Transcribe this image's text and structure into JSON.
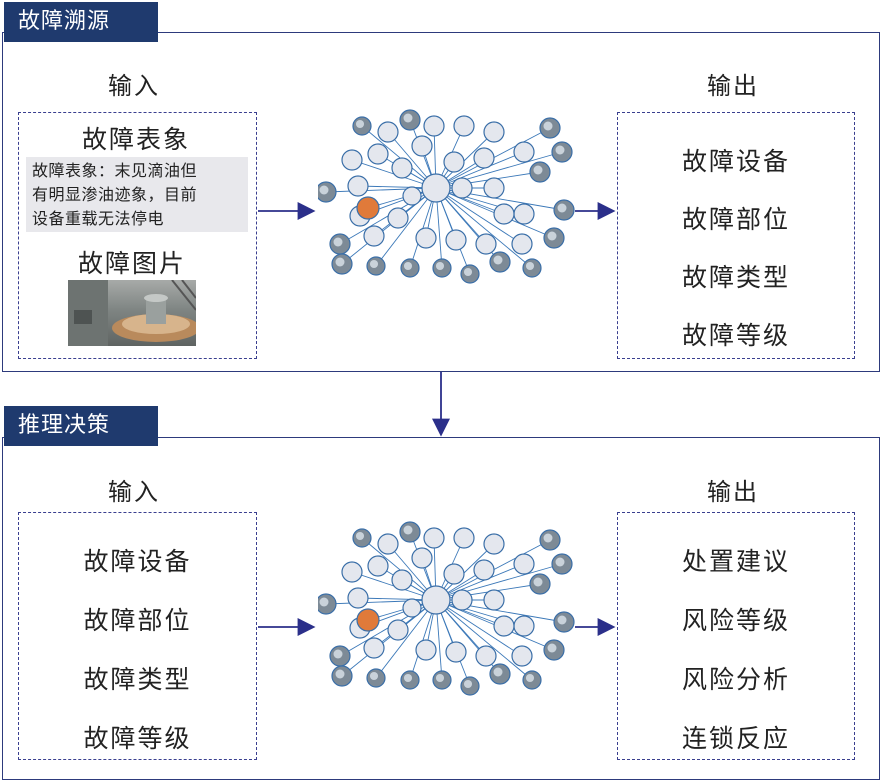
{
  "section1": {
    "tab": "故障溯源",
    "input_label": "输入",
    "output_label": "输出",
    "symptom_title": "故障表象",
    "symptom_lines": [
      "故障表象：末见滴油但",
      "有明显渗油迹象，目前",
      "设备重载无法停电"
    ],
    "image_title": "故障图片",
    "outputs": [
      "故障设备",
      "故障部位",
      "故障类型",
      "故障等级"
    ]
  },
  "section2": {
    "tab": "推理决策",
    "input_label": "输入",
    "output_label": "输出",
    "inputs": [
      "故障设备",
      "故障部位",
      "故障类型",
      "故障等级"
    ],
    "outputs": [
      "处置建议",
      "风险等级",
      "风险分析",
      "连锁反应"
    ]
  },
  "colors": {
    "tab_bg": "#1f3a6e",
    "border": "#2d3a7c",
    "node_fill": "#e4e7ee",
    "highlight_node": "#e07a3a"
  }
}
